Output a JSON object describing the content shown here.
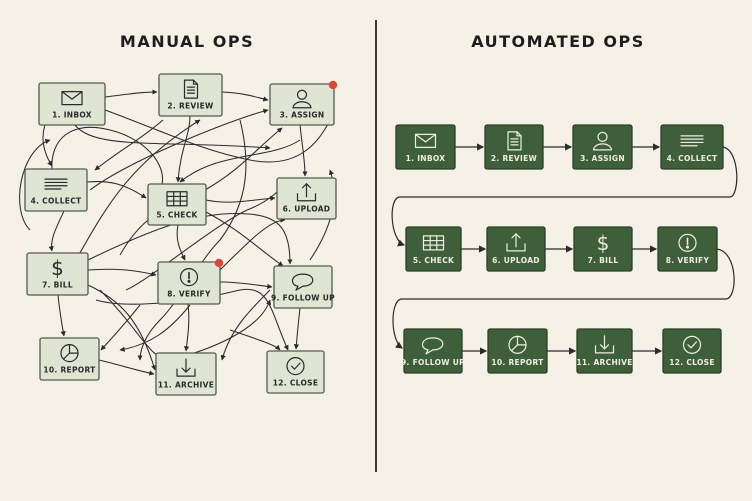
{
  "manual": {
    "title": "MANUAL OPS",
    "nodes": [
      {
        "id": "inbox",
        "label": "1. INBOX",
        "icon": "envelope-icon"
      },
      {
        "id": "review",
        "label": "2. REVIEW",
        "icon": "document-icon"
      },
      {
        "id": "assign",
        "label": "3. ASSIGN",
        "icon": "person-icon",
        "alert": true
      },
      {
        "id": "collect",
        "label": "4. COLLECT",
        "icon": "lines-icon"
      },
      {
        "id": "check",
        "label": "5. CHECK",
        "icon": "table-icon"
      },
      {
        "id": "upload",
        "label": "6. UPLOAD",
        "icon": "upload-icon"
      },
      {
        "id": "bill",
        "label": "7. BILL",
        "icon": "dollar-icon"
      },
      {
        "id": "verify",
        "label": "8. VERIFY",
        "icon": "exclamation-icon",
        "alert": true
      },
      {
        "id": "followup",
        "label": "9. FOLLOW UP",
        "icon": "speech-bubble-icon"
      },
      {
        "id": "report",
        "label": "10. REPORT",
        "icon": "pie-chart-icon"
      },
      {
        "id": "archive",
        "label": "11. ARCHIVE",
        "icon": "download-icon"
      },
      {
        "id": "close",
        "label": "12. CLOSE",
        "icon": "checkmark-icon"
      }
    ]
  },
  "automated": {
    "title": "AUTOMATED OPS",
    "nodes": [
      {
        "id": "inbox",
        "label": "1. INBOX",
        "icon": "envelope-icon"
      },
      {
        "id": "review",
        "label": "2. REVIEW",
        "icon": "document-icon"
      },
      {
        "id": "assign",
        "label": "3. ASSIGN",
        "icon": "person-icon"
      },
      {
        "id": "collect",
        "label": "4. COLLECT",
        "icon": "lines-icon"
      },
      {
        "id": "check",
        "label": "5. CHECK",
        "icon": "table-icon"
      },
      {
        "id": "upload",
        "label": "6. UPLOAD",
        "icon": "upload-icon"
      },
      {
        "id": "bill",
        "label": "7. BILL",
        "icon": "dollar-icon"
      },
      {
        "id": "verify",
        "label": "8. VERIFY",
        "icon": "exclamation-icon"
      },
      {
        "id": "followup",
        "label": "9. FOLLOW UP",
        "icon": "speech-bubble-icon"
      },
      {
        "id": "report",
        "label": "10. REPORT",
        "icon": "pie-chart-icon"
      },
      {
        "id": "archive",
        "label": "11. ARCHIVE",
        "icon": "download-icon"
      },
      {
        "id": "close",
        "label": "12. CLOSE",
        "icon": "checkmark-icon"
      }
    ]
  },
  "colors": {
    "background": "#f6f1e6",
    "manual_box_fill": "#dfe5d3",
    "manual_box_stroke": "#555a4e",
    "auto_box_fill": "#3f5f3a",
    "auto_box_stroke": "#2a3f27",
    "alert_dot": "#d9473a",
    "line": "#2b2b2b"
  }
}
